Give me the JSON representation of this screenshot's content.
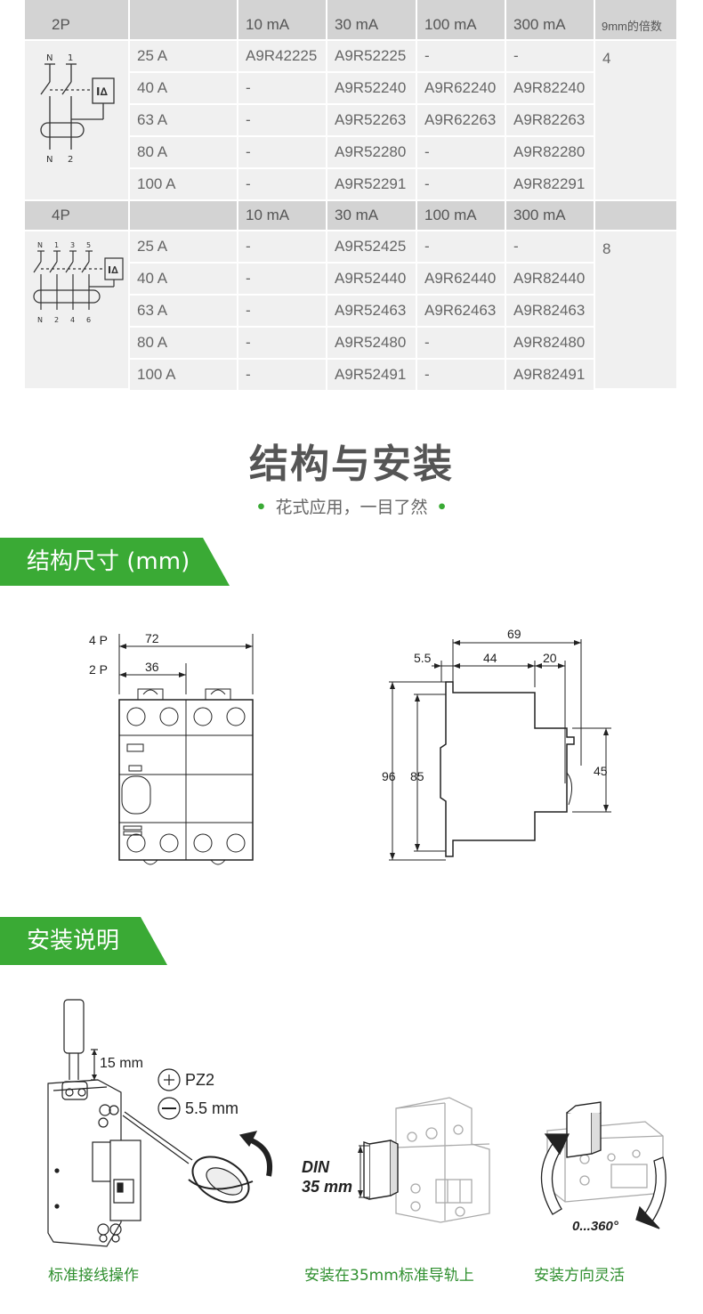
{
  "table": {
    "top_cut_labels": [
      "",
      "",
      "",
      "",
      "",
      "",
      ""
    ],
    "blocks": [
      {
        "type_label": "2P",
        "header": [
          "",
          "10 mA",
          "30 mA",
          "100 mA",
          "300 mA",
          "9mm的倍数"
        ],
        "rows": [
          [
            "25 A",
            "A9R42225",
            "A9R52225",
            "-",
            "-"
          ],
          [
            "40 A",
            "-",
            "A9R52240",
            "A9R62240",
            "A9R82240"
          ],
          [
            "63 A",
            "-",
            "A9R52263",
            "A9R62263",
            "A9R82263"
          ],
          [
            "80 A",
            "-",
            "A9R52280",
            "-",
            "A9R82280"
          ],
          [
            "100 A",
            "-",
            "A9R52291",
            "-",
            "A9R82291"
          ]
        ],
        "width_value": "4",
        "diagram_labels": {
          "top": [
            "N",
            "1"
          ],
          "bottom": [
            "N",
            "2"
          ],
          "tester": "I∆"
        }
      },
      {
        "type_label": "4P",
        "header": [
          "",
          "10 mA",
          "30 mA",
          "100 mA",
          "300 mA",
          ""
        ],
        "rows": [
          [
            "25 A",
            "-",
            "A9R52425",
            "-",
            "-"
          ],
          [
            "40 A",
            "-",
            "A9R52440",
            "A9R62440",
            "A9R82440"
          ],
          [
            "63 A",
            "-",
            "A9R52463",
            "A9R62463",
            "A9R82463"
          ],
          [
            "80 A",
            "-",
            "A9R52480",
            "-",
            "A9R82480"
          ],
          [
            "100 A",
            "-",
            "A9R52491",
            "-",
            "A9R82491"
          ]
        ],
        "width_value": "8",
        "diagram_labels": {
          "top": [
            "N",
            "1",
            "3",
            "5"
          ],
          "bottom": [
            "N",
            "2",
            "4",
            "6"
          ],
          "tester": "I∆"
        }
      }
    ]
  },
  "section": {
    "title": "结构与安装",
    "subtitle": "花式应用，一目了然",
    "bullet": "•"
  },
  "dimensions": {
    "banner": "结构尺寸 (mm)",
    "front": {
      "label_4p": "4 P",
      "label_2p": "2 P",
      "w4": "72",
      "w2": "36"
    },
    "side": {
      "total": "69",
      "d1": "5.5",
      "d2": "44",
      "d3": "20",
      "h1": "96",
      "h2": "85",
      "h3": "45"
    }
  },
  "install": {
    "banner": "安装说明",
    "strip_length": "15 mm",
    "screwdriver_pz": "PZ2",
    "screwdriver_flat": "5.5 mm",
    "din_label_1": "DIN",
    "din_label_2": "35 mm",
    "rotation": "0...360°",
    "captions": [
      "标准接线操作",
      "安装在35mm标准导轨上",
      "安装方向灵活"
    ]
  },
  "colors": {
    "green": "#3aaa35",
    "table_header": "#d3d3d3",
    "table_body": "#f0f0f0",
    "caption_green": "#2f8f2f"
  }
}
